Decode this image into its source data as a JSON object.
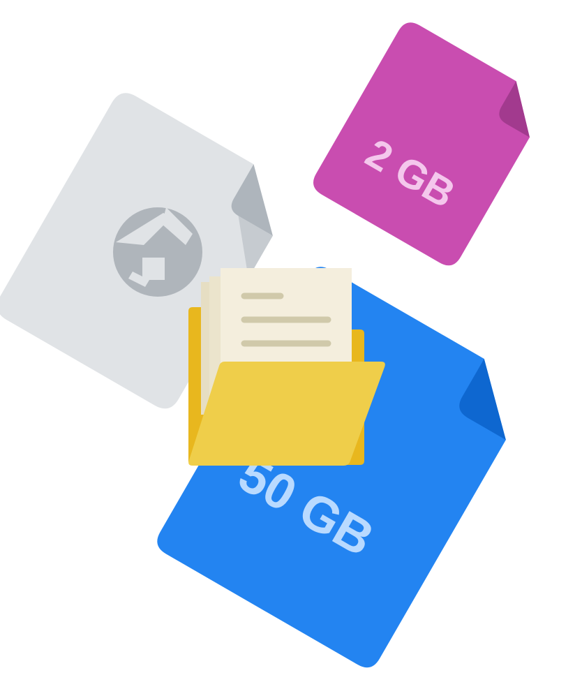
{
  "files": [
    {
      "kind": "generic-file",
      "label": "",
      "colors": {
        "body": "#E0E3E6",
        "fold": "#AEB5BC",
        "fold_shadow": "#C6CBD0",
        "emblem": "#AFB5BB"
      }
    },
    {
      "kind": "small-file",
      "label": "2 GB",
      "colors": {
        "body": "#C94DB0",
        "fold": "#A23A8E",
        "text": "#F4C7EC"
      }
    },
    {
      "kind": "large-file",
      "label": "50 GB",
      "colors": {
        "body": "#2384F1",
        "fold": "#0E67D0",
        "text": "#B9DAFF"
      }
    }
  ],
  "folder": {
    "colors": {
      "back": "#E8B71E",
      "front": "#EFCE4A",
      "paper_back": "#E6DEC3",
      "paper_front": "#F4EEDD",
      "paper_lines": "#D0C9AA"
    }
  }
}
